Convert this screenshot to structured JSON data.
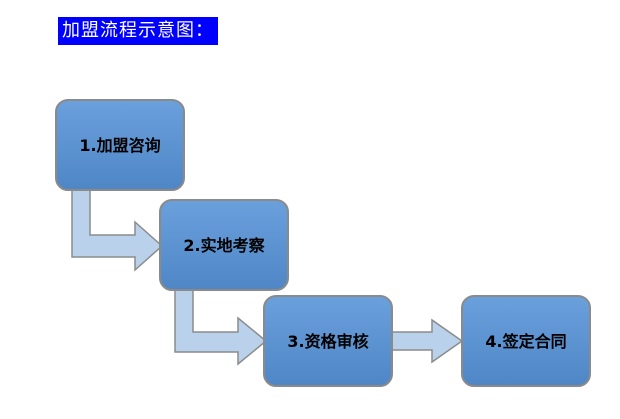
{
  "title": "加盟流程示意图：",
  "steps": [
    {
      "label": "1.加盟咨询"
    },
    {
      "label": "2.实地考察"
    },
    {
      "label": "3.资格审核"
    },
    {
      "label": "4.签定合同"
    }
  ],
  "colors": {
    "box_fill": "#5b93d3",
    "box_border": "#8a8a8a",
    "arrow_fill": "#b9d1ea",
    "arrow_border": "#8c8c8c",
    "title_bg": "#0000ff",
    "title_text": "#ffffff"
  }
}
